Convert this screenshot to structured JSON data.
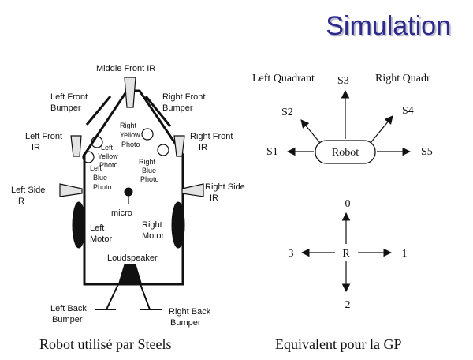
{
  "title": "Simulation",
  "robot": {
    "middle_front_ir": "Middle Front IR",
    "left_front_bumper": [
      "Left Front",
      "Bumper"
    ],
    "right_front_bumper": [
      "Right Front",
      "Bumper"
    ],
    "left_front_ir": [
      "Left Front",
      "IR"
    ],
    "right_front_ir": [
      "Right Front",
      "IR"
    ],
    "right_yellow_photo": [
      "Right",
      "Yellow",
      "Photo"
    ],
    "left_yellow_photo": [
      "Left",
      "Yellow",
      "Photo"
    ],
    "left_blue_photo": [
      "Left",
      "Blue",
      "Photo"
    ],
    "right_blue_photo": [
      "Right",
      "Blue",
      "Photo"
    ],
    "left_side_ir": [
      "Left Side",
      "IR"
    ],
    "right_side_ir": [
      "Right Side",
      "IR"
    ],
    "micro": "micro",
    "left_motor": [
      "Left",
      "Motor"
    ],
    "right_motor": [
      "Right",
      "Motor"
    ],
    "loudspeaker": "Loudspeaker",
    "left_back_bumper": [
      "Left Back",
      "Bumper"
    ],
    "right_back_bumper": [
      "Right Back",
      "Bumper"
    ]
  },
  "gp": {
    "left_quadrant": "Left Quadrant",
    "right_quadrant": "Right Quadr",
    "robot_label": "Robot",
    "sensors": [
      "S1",
      "S2",
      "S3",
      "S4",
      "S5"
    ],
    "center": "R",
    "directions": [
      "0",
      "1",
      "2",
      "3"
    ]
  },
  "captions": {
    "left": "Robot utilisé par Steels",
    "right": "Equivalent pour la GP"
  }
}
